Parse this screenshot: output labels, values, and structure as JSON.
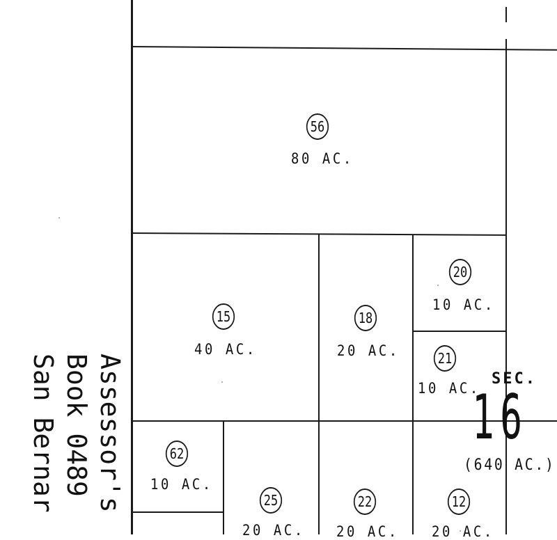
{
  "map_sheet": {
    "parcels": [
      {
        "number": "56",
        "acreage": "80 AC."
      },
      {
        "number": "15",
        "acreage": "40 AC."
      },
      {
        "number": "18",
        "acreage": "20 AC."
      },
      {
        "number": "20",
        "acreage": "10 AC."
      },
      {
        "number": "21",
        "acreage": "10 AC."
      },
      {
        "number": "62",
        "acreage": "10 AC."
      },
      {
        "number": "25",
        "acreage": "20 AC."
      },
      {
        "number": "22",
        "acreage": "20 AC."
      },
      {
        "number": "12",
        "acreage": "20 AC."
      }
    ],
    "section": {
      "label": "SEC.",
      "number": "16",
      "acreage": "(640 AC.)"
    },
    "side_caption": [
      "Assessor's",
      "Book 0489",
      "San Bernar"
    ]
  }
}
